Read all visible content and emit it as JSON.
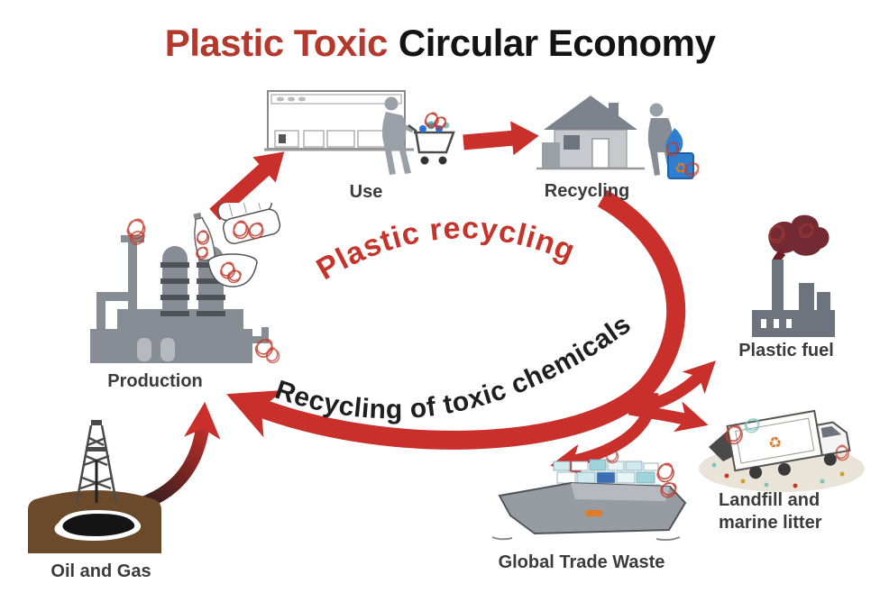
{
  "title": {
    "highlight": "Plastic Toxic",
    "rest": "Circular Economy"
  },
  "arc_labels": {
    "top": "Plastic recycling",
    "bottom": "Recycling of toxic chemicals"
  },
  "nodes": {
    "use": "Use",
    "recycling": "Recycling",
    "production": "Production",
    "plastic_fuel": "Plastic fuel",
    "landfill_line1": "Landfill and",
    "landfill_line2": "marine litter",
    "global_trade_waste": "Global Trade Waste",
    "oil_and_gas": "Oil and Gas"
  },
  "icons": {
    "recycle_symbol": "♻"
  },
  "colors": {
    "arrow_red": "#c9302c",
    "title_red": "#b5382c",
    "arc_text_red": "#c5342b",
    "text_dark": "#3b3b3b",
    "scribble_red": "#c0392b",
    "bin_blue": "#2f7fd1",
    "ground_brown": "#6b4a2b",
    "icon_gray": "#868d94",
    "smoke_maroon": "#6d1f27"
  }
}
